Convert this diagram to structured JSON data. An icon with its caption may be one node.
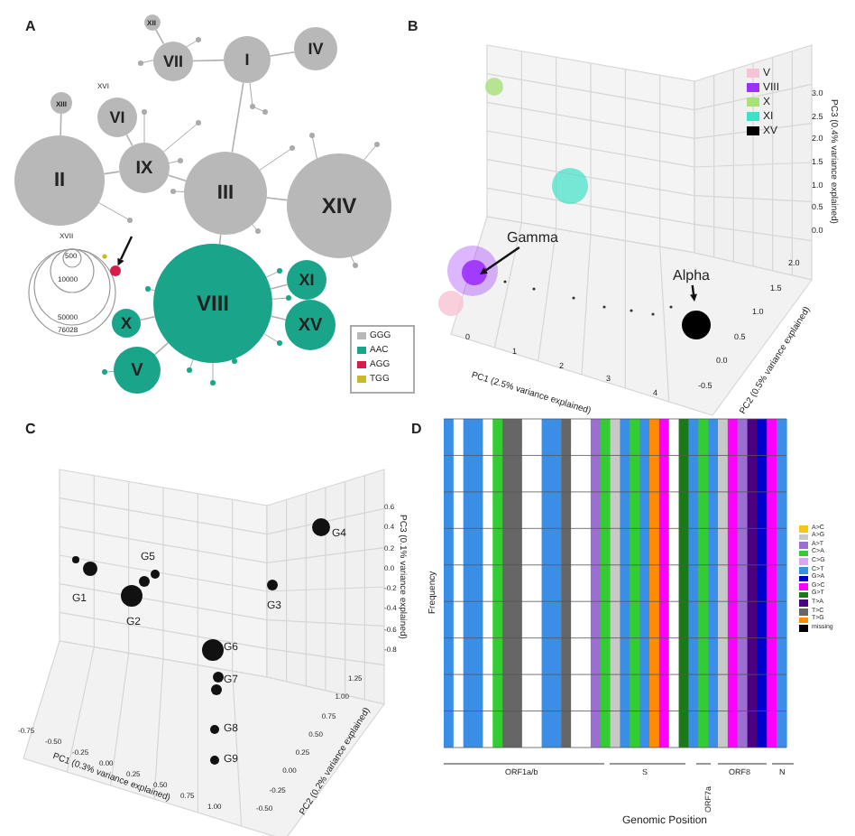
{
  "diagram": {
    "nodes": [
      {
        "text": [
          "XII"
        ]
      },
      {
        "text": [
          "VII"
        ]
      },
      {
        "text": [
          "I"
        ]
      },
      {
        "text": [
          "IV"
        ]
      },
      {
        "text": [
          "XIII"
        ]
      },
      {
        "text": [
          "VI"
        ]
      },
      {
        "text": [
          "II"
        ]
      },
      {
        "text": [
          "IX"
        ]
      },
      {
        "text": [
          "III"
        ]
      },
      {
        "text": [
          "XIV"
        ]
      },
      {
        "text": [
          "VIII"
        ]
      },
      {
        "text": [
          "XI"
        ]
      },
      {
        "text": [
          "X"
        ]
      },
      {
        "text": [
          "XV"
        ]
      },
      {
        "text": [
          "V"
        ]
      },
      {
        "text": [],
        "shape": "circle"
      },
      {
        "text": [
          "Gamma"
        ]
      },
      {
        "text": [
          "Alpha"
        ]
      }
    ],
    "edges": [
      {
        "from": 1,
        "to": 0,
        "arrow": "none"
      },
      {
        "from": 1,
        "to": 2,
        "arrow": "none"
      },
      {
        "from": 2,
        "to": 3,
        "arrow": "none"
      },
      {
        "from": 2,
        "to": 8,
        "arrow": "none"
      },
      {
        "from": 4,
        "to": 6,
        "arrow": "none"
      },
      {
        "from": 6,
        "to": 7,
        "arrow": "none"
      },
      {
        "from": 5,
        "to": 7,
        "arrow": "none"
      },
      {
        "from": 7,
        "to": 8,
        "arrow": "none"
      },
      {
        "from": 8,
        "to": 9,
        "arrow": "none"
      },
      {
        "from": 8,
        "to": 10,
        "arrow": "none"
      },
      {
        "from": 10,
        "to": 12,
        "arrow": "none"
      },
      {
        "from": 10,
        "to": 14,
        "arrow": "none"
      },
      {
        "from": 10,
        "to": 11,
        "arrow": "none"
      },
      {
        "from": 10,
        "to": 13,
        "arrow": "none"
      },
      {
        "from": null,
        "to": 15,
        "arrow": "to",
        "color": "#111111"
      },
      {
        "from": 16,
        "to": null,
        "arrow": "to",
        "color": "#111111"
      },
      {
        "from": 17,
        "to": null,
        "arrow": "to",
        "color": "#111111"
      }
    ],
    "labels": [
      "A",
      "B",
      "C",
      "D",
      "XVI",
      "XVII",
      "500",
      "10000",
      "50000",
      "76028",
      "PC1 (2.5% variance explained)",
      "PC2 (0.5% variance explained)",
      "PC3 (0.4% variance explained)",
      "0",
      "1",
      "2",
      "3",
      "4",
      "-0.5",
      "0.0",
      "0.5",
      "1.0",
      "1.5",
      "2.0",
      "0.0",
      "0.5",
      "1.0",
      "1.5",
      "2.0",
      "2.5",
      "3.0",
      "G1",
      "G2",
      "G3",
      "G4",
      "G5",
      "G6",
      "G7",
      "G8",
      "G9",
      "PC1 (0.3% variance explained)",
      "PC2 (0.2% variance explained)",
      "PC3 (0.1% variance explained)",
      "-0.75",
      "-0.50",
      "-0.25",
      "0.00",
      "0.25",
      "0.50",
      "0.75",
      "1.00",
      "-0.50",
      "-0.25",
      "0.00",
      "0.25",
      "0.50",
      "0.75",
      "1.00",
      "1.25",
      "-0.8",
      "-0.6",
      "-0.4",
      "-0.2",
      "0.0",
      "0.2",
      "0.4",
      "0.6",
      "Frequency",
      "Genomic Position",
      "ORF1a/b",
      "S",
      "ORF7a",
      "ORF8",
      "N"
    ],
    "legend": [
      {
        "text": "GGG",
        "color": "#b8b8b8"
      },
      {
        "text": "AAC",
        "color": "#1aa58a"
      },
      {
        "text": "AGG",
        "color": "#d81b4a"
      },
      {
        "text": "TGG",
        "color": "#c9b92a"
      },
      {
        "text": "V",
        "color": "#f7c3d3"
      },
      {
        "text": "VIII",
        "color": "#9b30ff"
      },
      {
        "text": "X",
        "color": "#a8e07a"
      },
      {
        "text": "XI",
        "color": "#40e0c8"
      },
      {
        "text": "XV",
        "color": "#000000"
      },
      {
        "text": "A>C",
        "color": "#f5c518"
      },
      {
        "text": "A>G",
        "color": "#c8c8c8"
      },
      {
        "text": "A>T",
        "color": "#9b6fd0"
      },
      {
        "text": "C>A",
        "color": "#33cc33"
      },
      {
        "text": "C>G",
        "color": "#d9a6f0"
      },
      {
        "text": "C>T",
        "color": "#3a8ee6"
      },
      {
        "text": "G>A",
        "color": "#0000cc"
      },
      {
        "text": "G>C",
        "color": "#ff00ff"
      },
      {
        "text": "G>T",
        "color": "#1a7a1a"
      },
      {
        "text": "T>A",
        "color": "#4b0082"
      },
      {
        "text": "T>C",
        "color": "#666666"
      },
      {
        "text": "T>G",
        "color": "#ff8c00"
      },
      {
        "text": "missing",
        "color": "#000000"
      }
    ]
  }
}
